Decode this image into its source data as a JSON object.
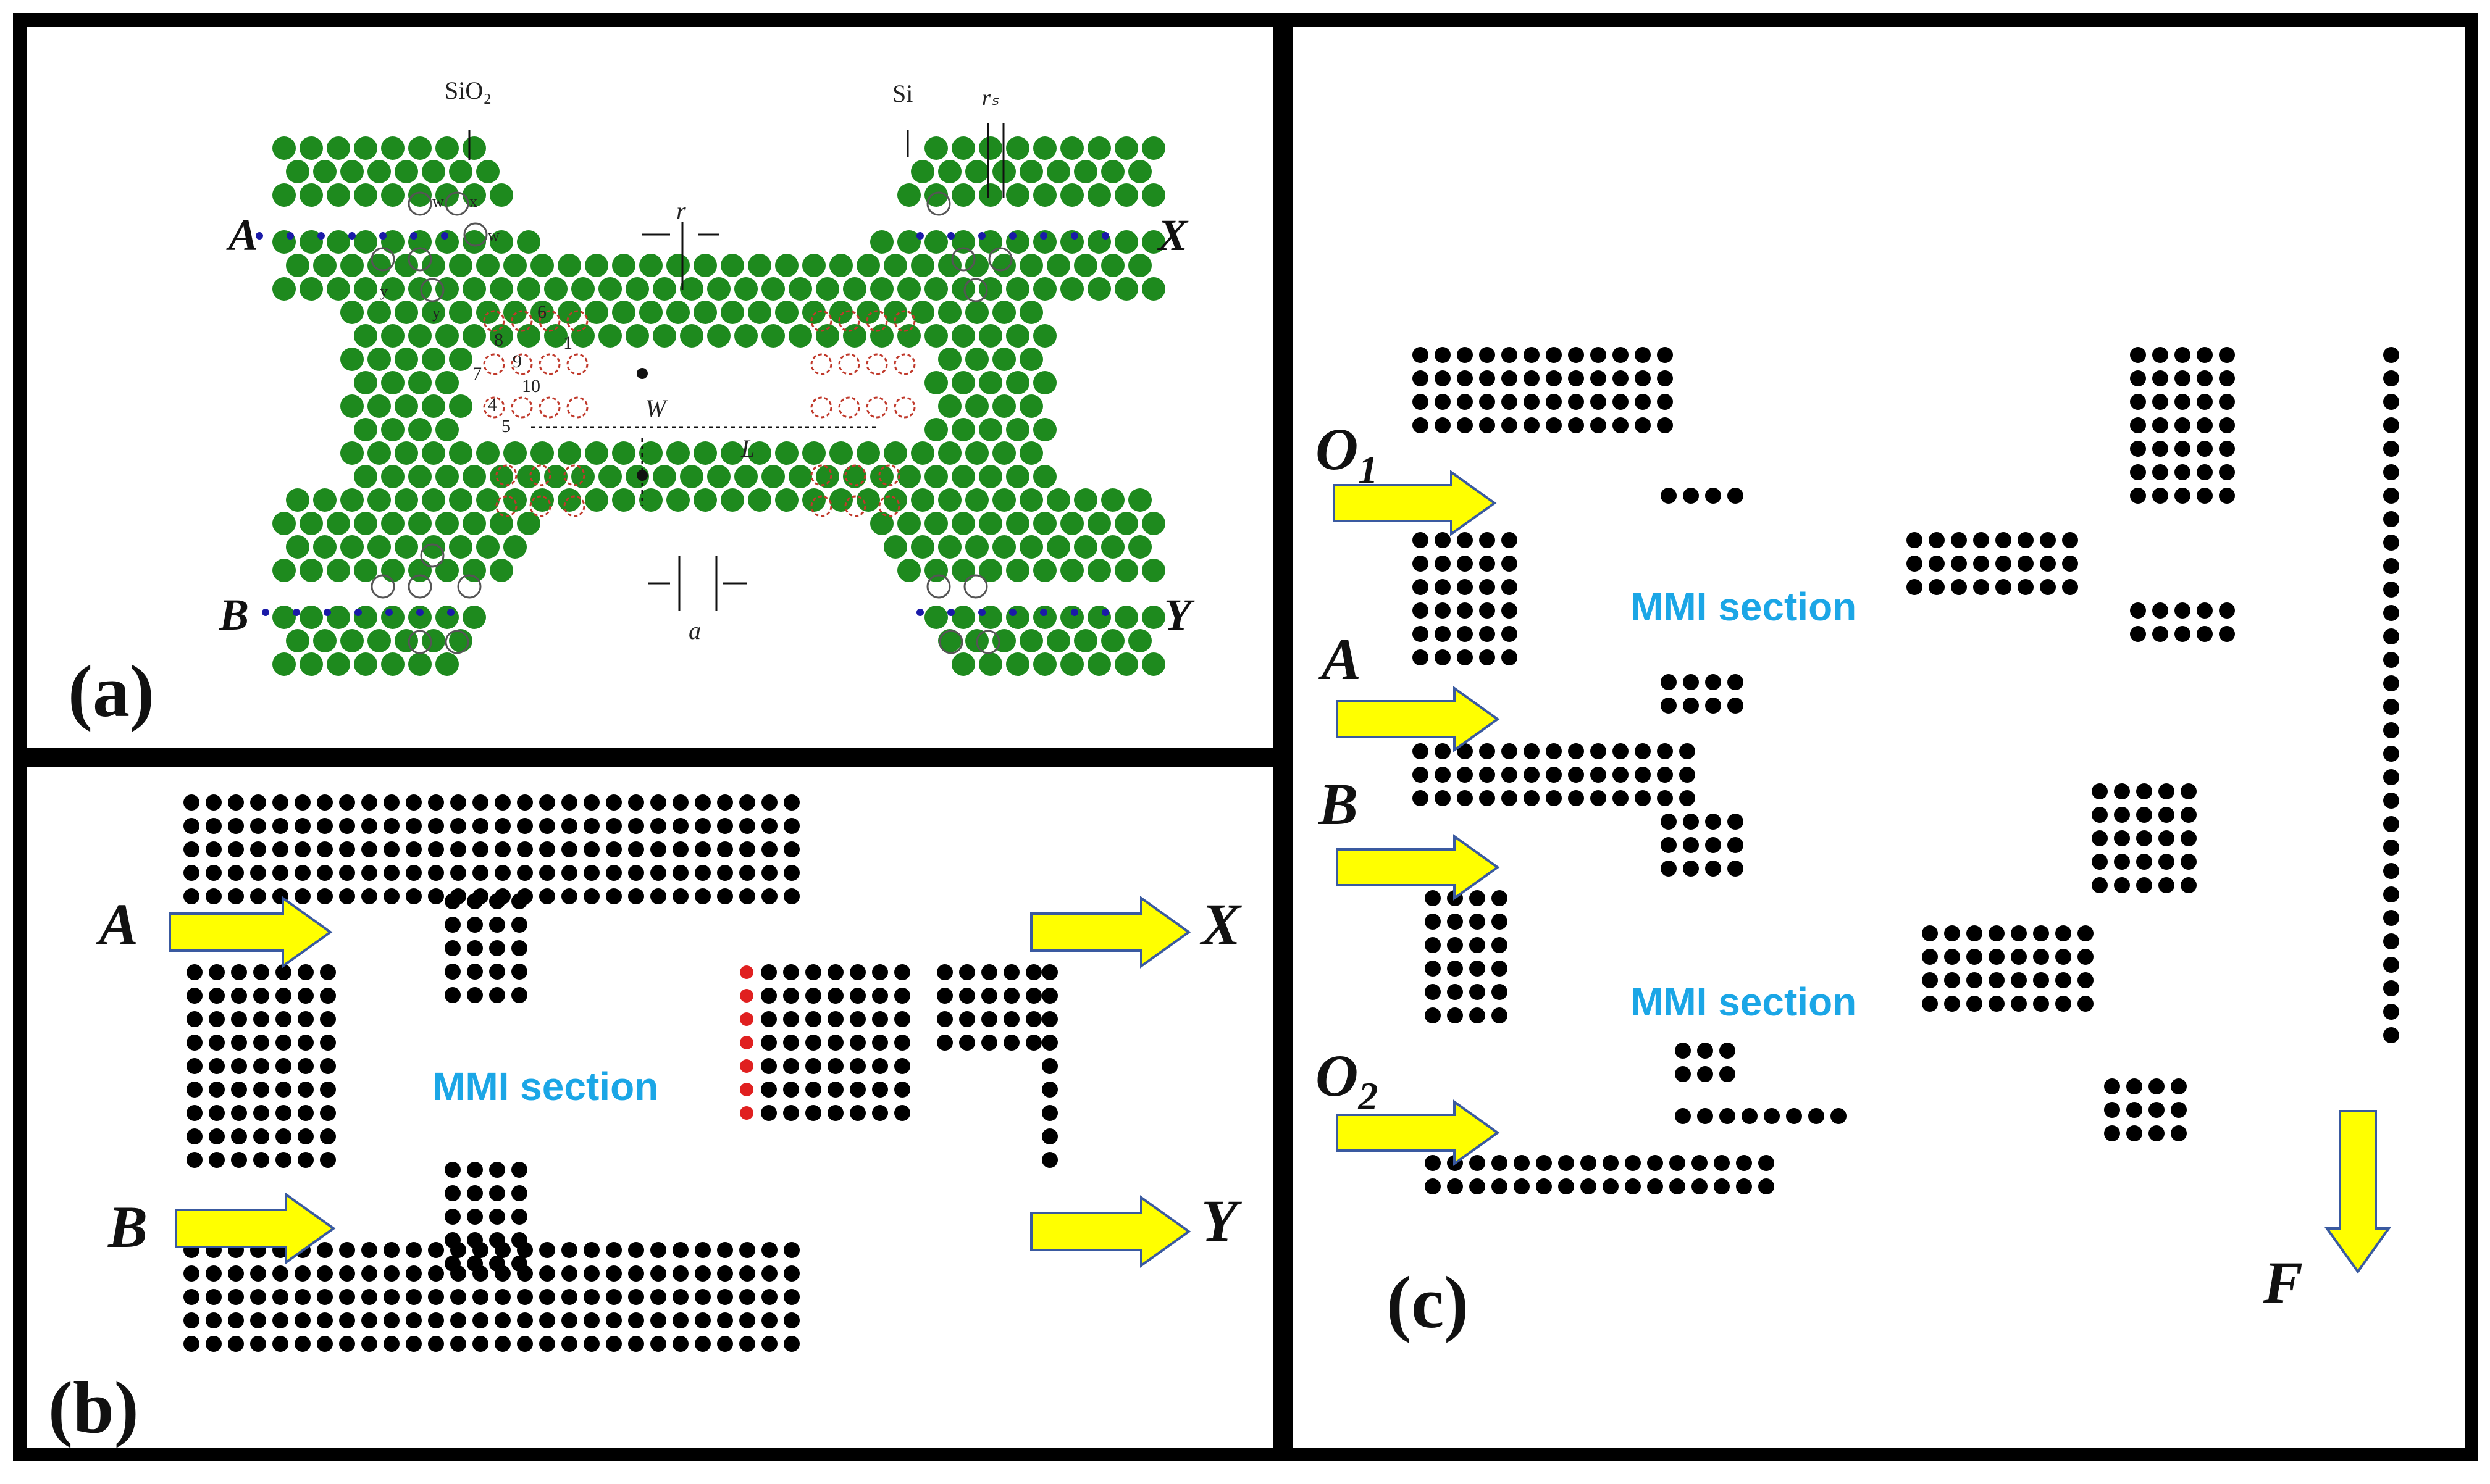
{
  "panel_a": {
    "label": "(a)",
    "ports": {
      "in_top": "A",
      "in_bottom": "B",
      "out_top": "X",
      "out_bottom": "Y"
    },
    "annotations": {
      "sio2": "SiO₂",
      "si": "Si",
      "rs": "rₛ",
      "r": "r",
      "w": "W",
      "l": "L",
      "a": "a"
    },
    "site_numbers": [
      "6",
      "8",
      "1",
      "9",
      "7",
      "10",
      "4",
      "5"
    ],
    "site_letters": [
      "w",
      "x",
      "w",
      "y",
      "y"
    ],
    "colors": {
      "rod": "#1e8a1e",
      "defect_dot": "#1a1aa8",
      "ring_dark": "#555555",
      "ring_red": "#c0392b"
    }
  },
  "panel_b": {
    "label": "(b)",
    "mmi_label": "MMI section",
    "ports": {
      "in_top": "A",
      "in_bottom": "B",
      "out_top": "X",
      "out_bottom": "Y"
    },
    "colors": {
      "rod": "#000000",
      "red_rod": "#e02020",
      "arrow": "#ffff00"
    }
  },
  "panel_c": {
    "label": "(c)",
    "mmi_label_1": "MMI section",
    "mmi_label_2": "MMI section",
    "ports": {
      "o1": "O",
      "o1_sub": "1",
      "a": "A",
      "b": "B",
      "o2": "O",
      "o2_sub": "2",
      "f": "F"
    },
    "colors": {
      "rod": "#000000",
      "arrow": "#ffff00"
    }
  }
}
